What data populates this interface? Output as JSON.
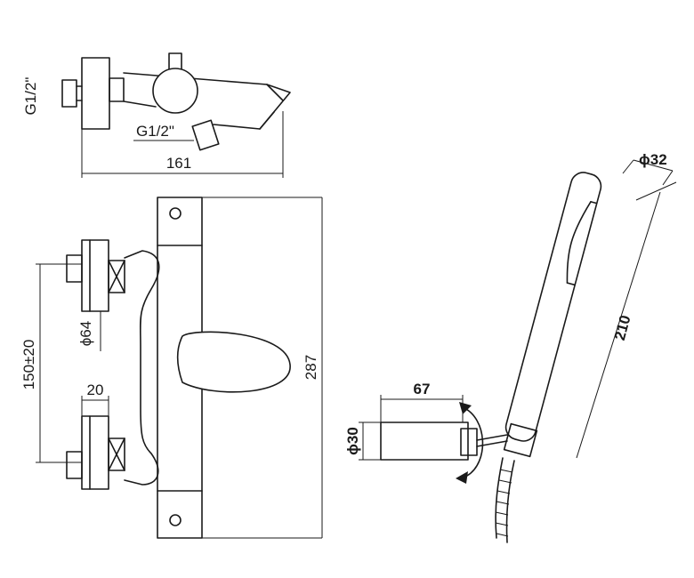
{
  "top_view": {
    "thread_left_label": "G1/2\"",
    "thread_lower_label": "G1/2\"",
    "width_label": "161"
  },
  "front_view": {
    "centers_label": "150±20",
    "inlet_diameter_label": "ϕ64",
    "inlet_depth_label": "20",
    "height_label": "287"
  },
  "hand_shower": {
    "diameter_label": "ϕ32",
    "length_label": "210"
  },
  "holder": {
    "length_label": "67",
    "diameter_label": "ϕ30"
  },
  "colors": {
    "line": "#1a1a1a",
    "background": "#ffffff"
  }
}
